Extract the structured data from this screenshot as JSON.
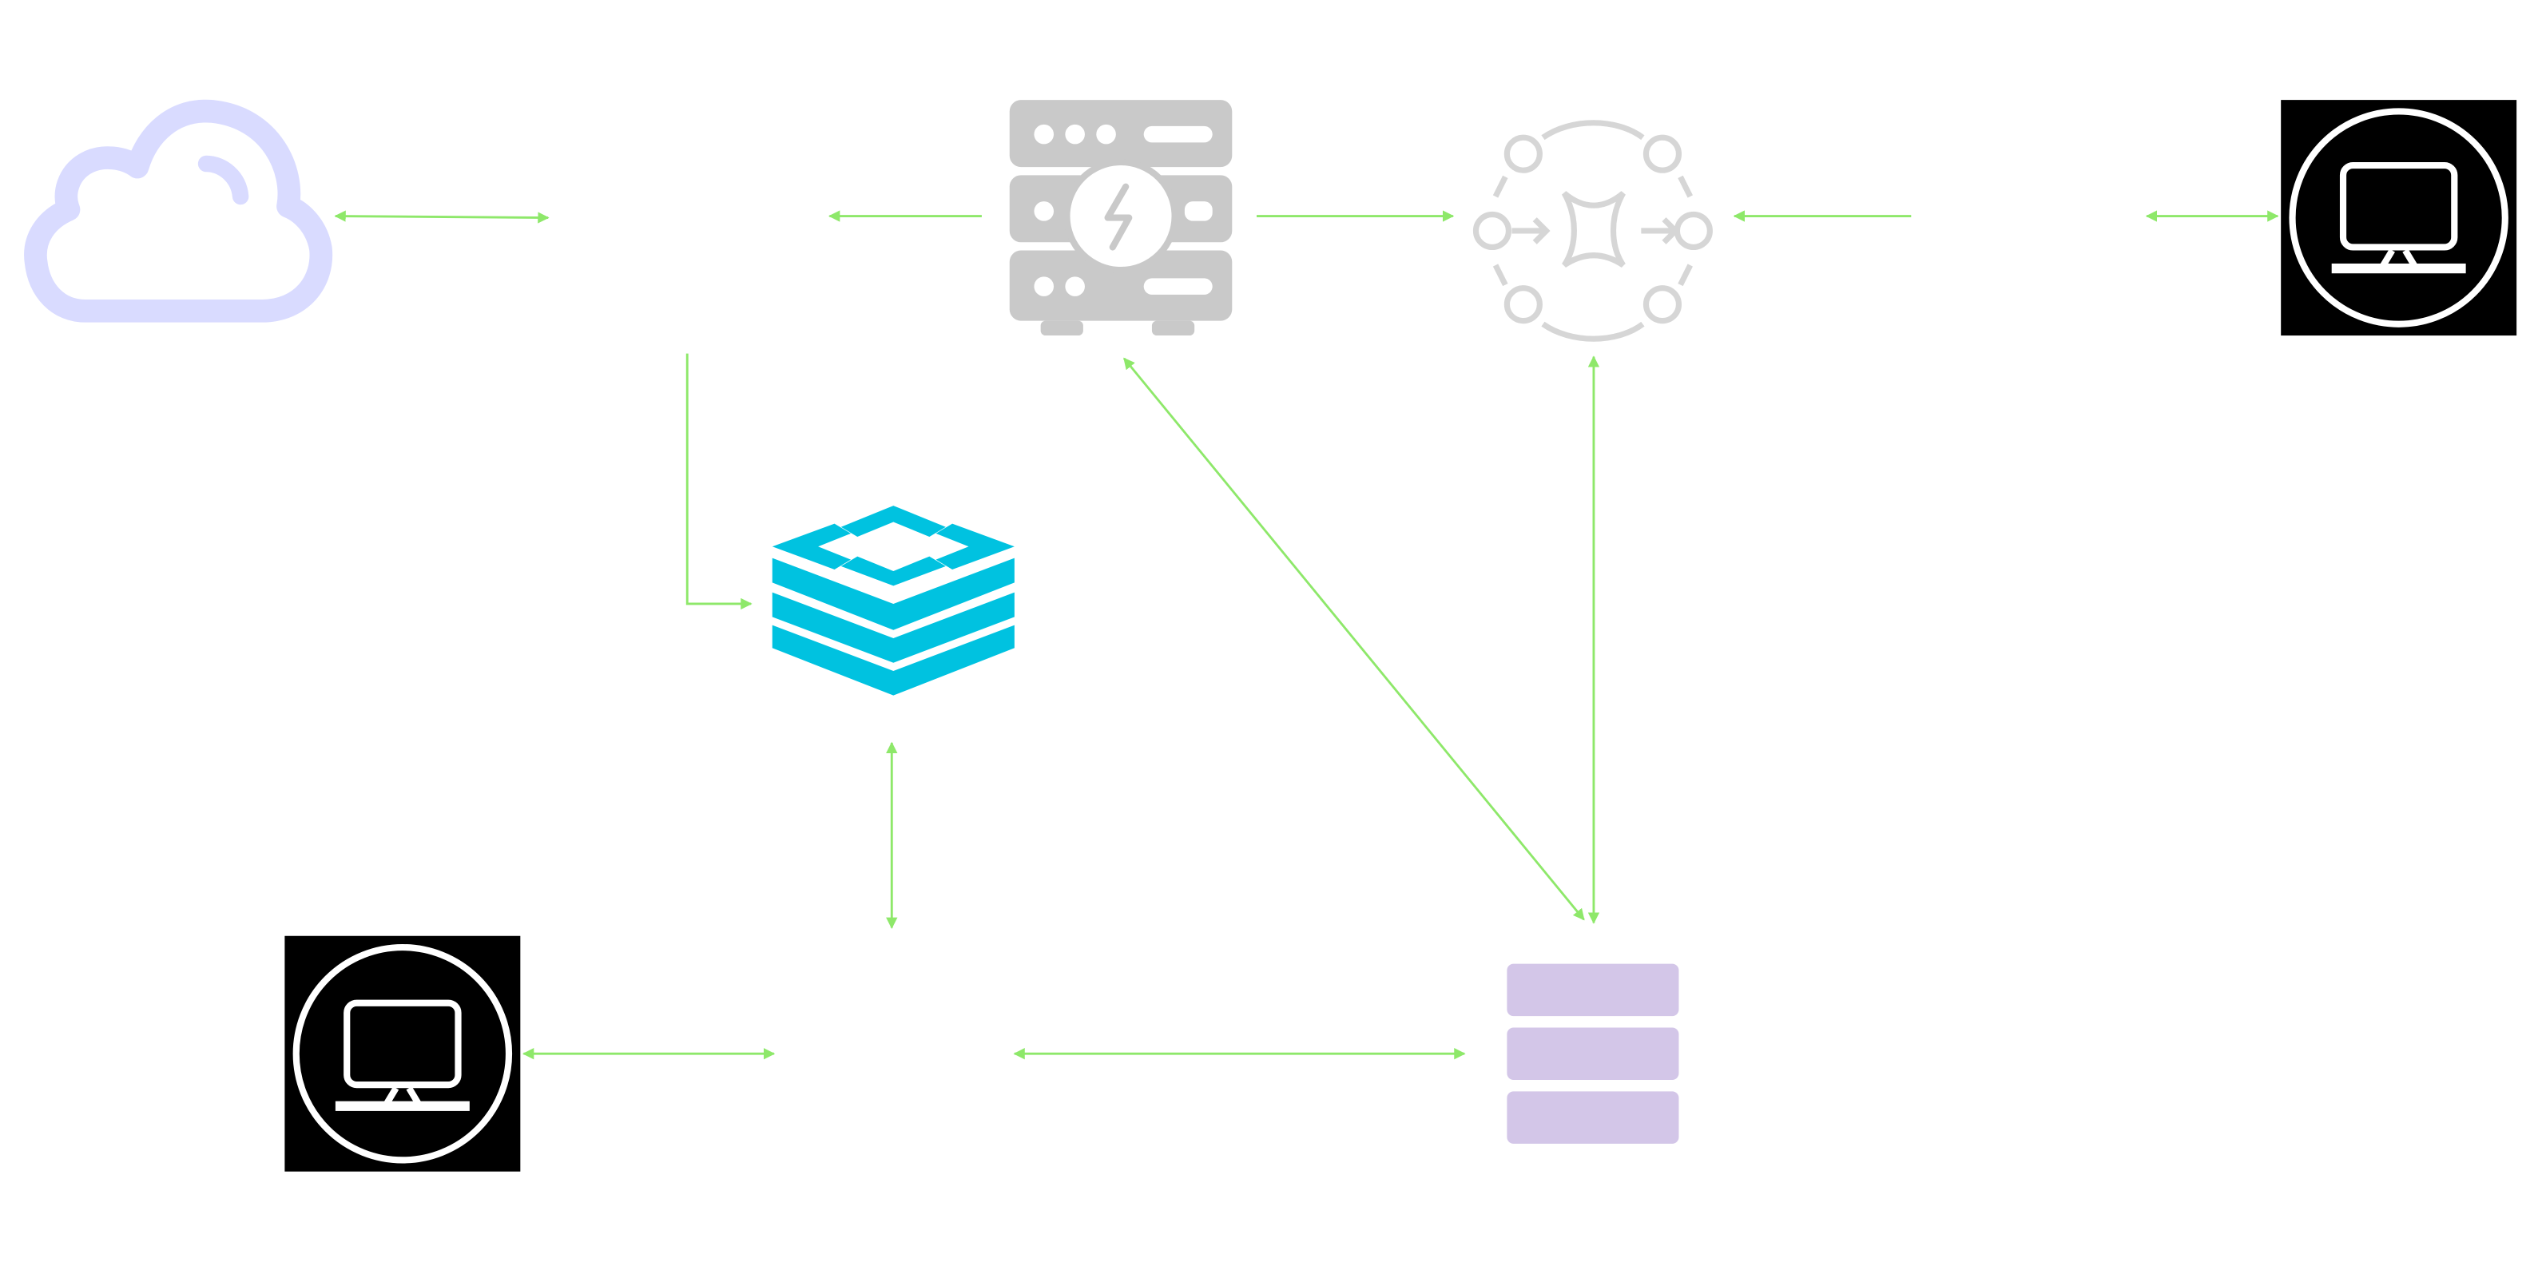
{
  "diagram": {
    "colors": {
      "background": "#ffffff",
      "connector": "#8ee86a",
      "cloud": "#d9dbff",
      "server": "#c9c9c9",
      "hub": "#d6d6d6",
      "layers": "#00c2e0",
      "database": "#d3c6e8",
      "client_box": "#000000",
      "client_icon": "#ffffff"
    },
    "nodes": [
      {
        "id": "cloud",
        "icon": "cloud-icon"
      },
      {
        "id": "server",
        "icon": "server-rack-icon"
      },
      {
        "id": "hub",
        "icon": "network-hub-icon"
      },
      {
        "id": "client-top-right",
        "icon": "desktop-computer-icon"
      },
      {
        "id": "layers",
        "icon": "stacked-layers-icon"
      },
      {
        "id": "database",
        "icon": "database-stack-icon"
      },
      {
        "id": "client-bottom-left",
        "icon": "desktop-computer-icon"
      }
    ]
  }
}
